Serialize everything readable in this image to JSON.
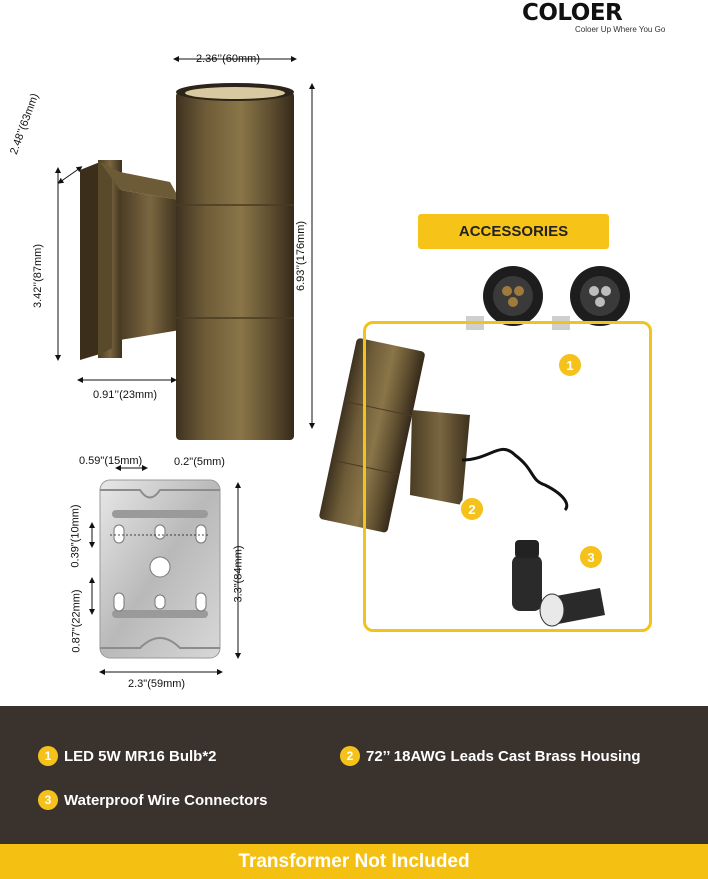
{
  "brand": {
    "name": "COLOER",
    "tagline": "Coloer Up Where You Go"
  },
  "dimensions": {
    "width_top": "2.36’’(60mm)",
    "height_total": "6.93’’(176mm)",
    "plate_depth": "2.48’’(63mm)",
    "plate_height": "3.42’’(87mm)",
    "plate_offset": "0.91’’(23mm)"
  },
  "bracket": {
    "slot_width": "0.59\"(15mm)",
    "hole_size": "0.2\"(5mm)",
    "slot_spacing": "0.39\"(10mm)",
    "slot_length": "0.87\"(22mm)",
    "bracket_height": "3.3\"(84mm)",
    "bracket_width": "2.3\"(59mm)"
  },
  "accessories": {
    "title": "ACCESSORIES",
    "badge_1": "1",
    "badge_2": "2",
    "badge_3": "3"
  },
  "features": [
    {
      "num": "1",
      "text": "LED 5W MR16 Bulb*2"
    },
    {
      "num": "2",
      "text": "72’’ 18AWG  Leads Cast Brass Housing"
    },
    {
      "num": "3",
      "text": "Waterproof  Wire Connectors"
    }
  ],
  "footer": "Transformer Not Included",
  "colors": {
    "accent": "#f4c21b",
    "band": "#3a322d",
    "brass": "#6b5a36"
  }
}
